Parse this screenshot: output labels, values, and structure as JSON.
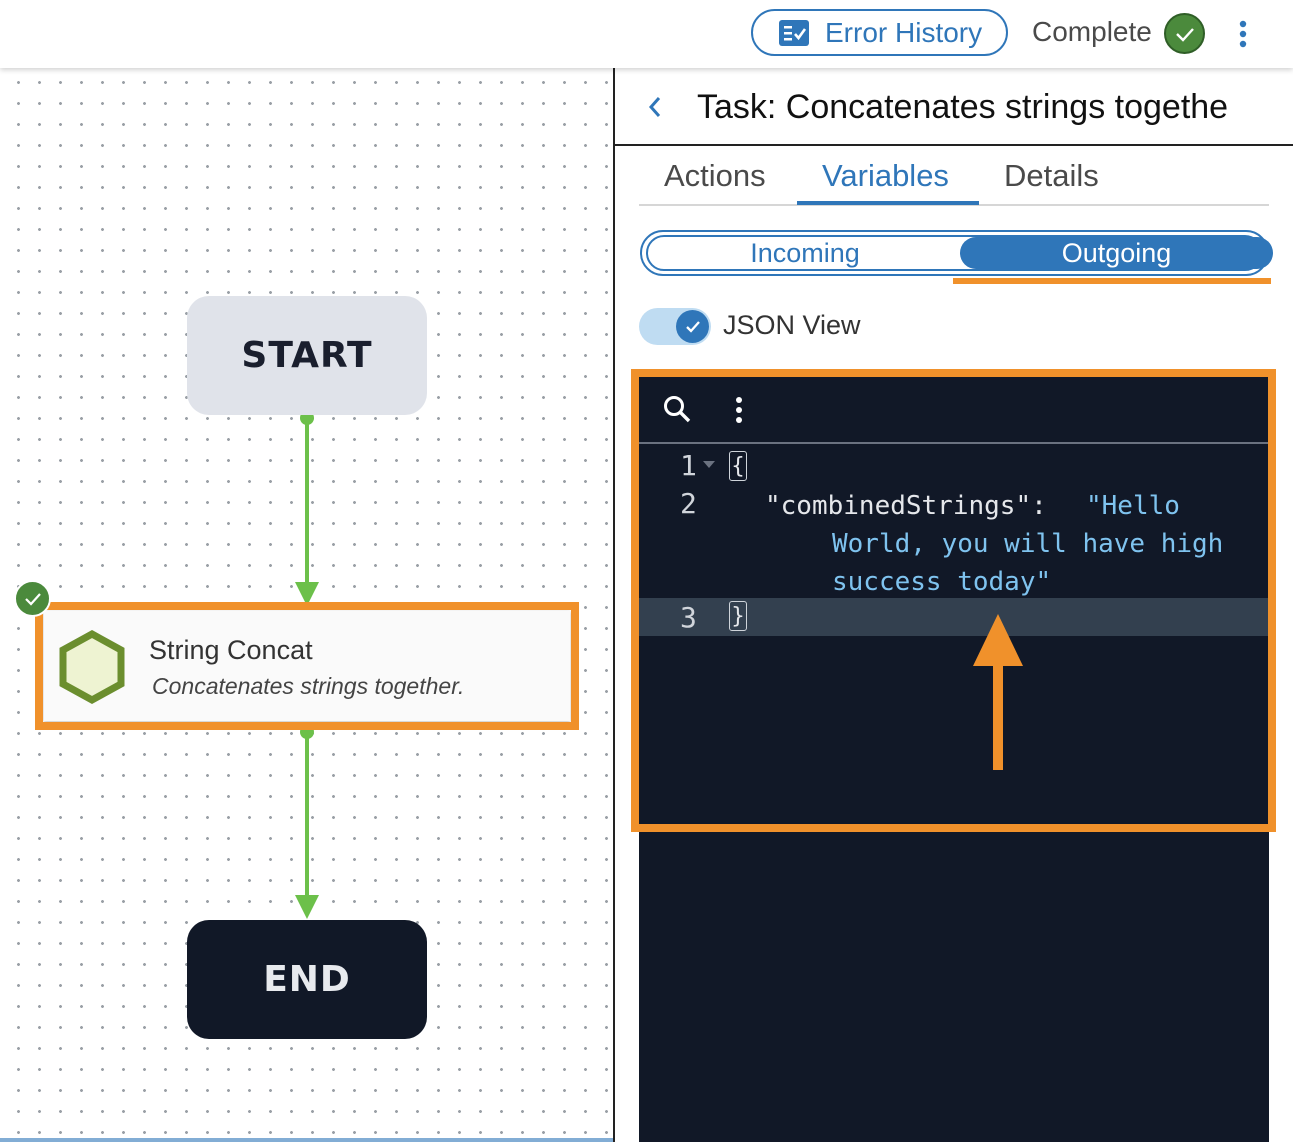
{
  "topbar": {
    "error_history_label": "Error History",
    "status_label": "Complete",
    "icons": {
      "error_history": "checklist-icon",
      "status": "check-circle-icon",
      "menu": "kebab-menu-icon"
    }
  },
  "canvas": {
    "start_label": "START",
    "end_label": "END",
    "task": {
      "name": "String Concat",
      "description": "Concatenates strings together.",
      "icon": "hexagon-icon",
      "status_icon": "check-circle-icon"
    }
  },
  "panel": {
    "title": "Task: Concatenates strings togethe",
    "tabs": [
      {
        "label": "Actions",
        "active": false
      },
      {
        "label": "Variables",
        "active": true
      },
      {
        "label": "Details",
        "active": false
      }
    ],
    "segments": {
      "incoming": "Incoming",
      "outgoing": "Outgoing",
      "selected": "Outgoing"
    },
    "json_view": {
      "label": "JSON View",
      "enabled": true
    },
    "editor": {
      "line_numbers": [
        "1",
        "2",
        "3"
      ],
      "open_brace": "{",
      "close_brace": "}",
      "key": "\"combinedStrings\": ",
      "value_lines": [
        "\"Hello",
        "World, you will have high",
        "success today\""
      ]
    }
  },
  "colors": {
    "accent": "#2f76b9",
    "highlight": "#f0912b",
    "success": "#4b8a3c",
    "flow": "#6cc04a",
    "editor_bg": "#111827"
  }
}
